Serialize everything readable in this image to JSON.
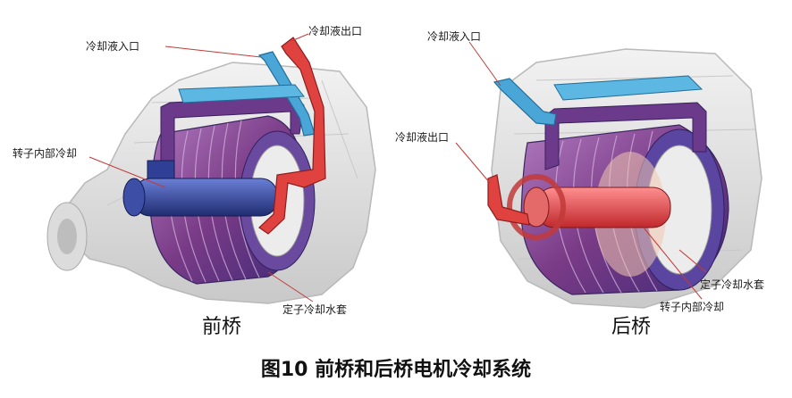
{
  "caption": "图10 前桥和后桥电机冷却系统",
  "front": {
    "subtitle": "前桥",
    "label_inlet": "冷却液入口",
    "label_outlet": "冷却液出口",
    "label_rotor": "转子内部冷却",
    "label_stator": "定子冷却水套"
  },
  "rear": {
    "subtitle": "后桥",
    "label_inlet": "冷却液入口",
    "label_outlet": "冷却液出口",
    "label_stator": "定子冷却水套",
    "label_rotor": "转子内部冷却"
  },
  "colors": {
    "stator_jacket": "#7a3b86",
    "inlet_pipe": "#4aa6d6",
    "outlet_pipe": "#e0433f",
    "rotor_core": "#2b3a8c",
    "housing": "#d9d9d9",
    "leader_line": "#c23a3a"
  }
}
